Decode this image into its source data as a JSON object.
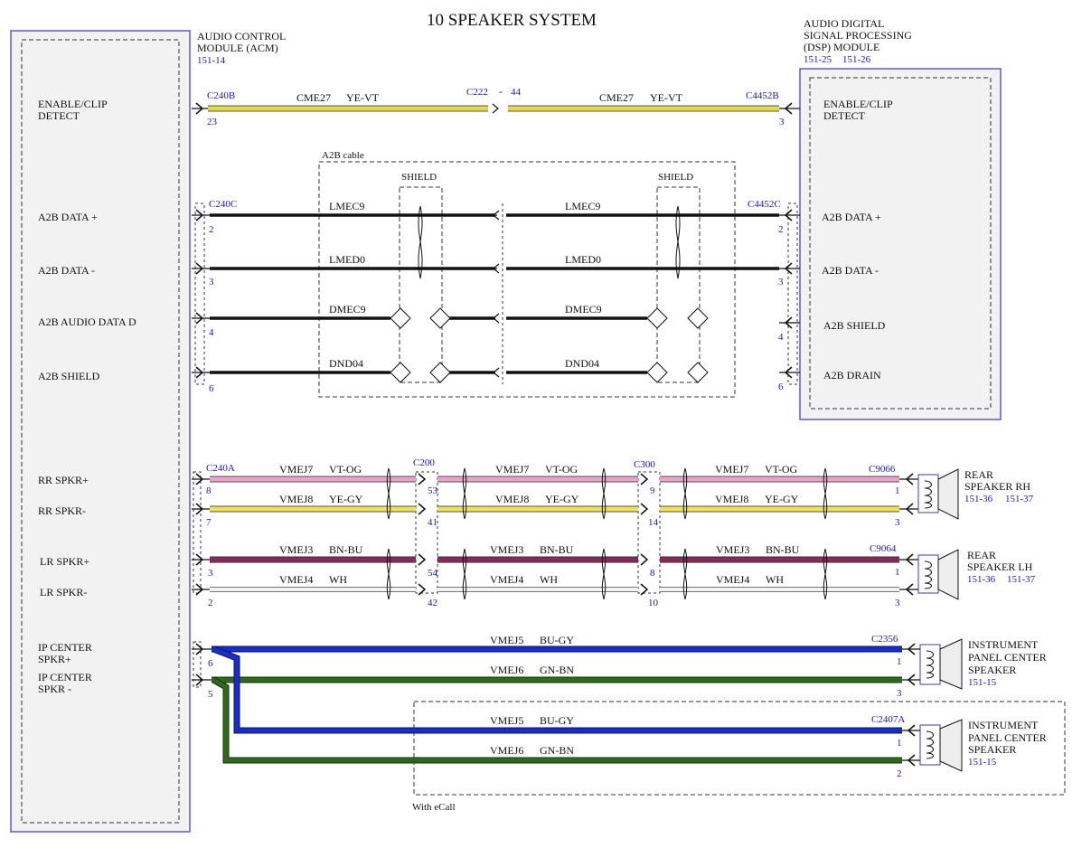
{
  "title": "10 SPEAKER SYSTEM",
  "acm": {
    "name_line1": "AUDIO CONTROL",
    "name_line2": "MODULE (ACM)",
    "ref": "151-14",
    "pins": {
      "enable_l1": "ENABLE/CLIP",
      "enable_l2": "DETECT",
      "a2b_data_pos": "A2B DATA +",
      "a2b_data_neg": "A2B DATA -",
      "a2b_audio_data_d": "A2B AUDIO DATA D",
      "a2b_shield": "A2B SHIELD",
      "rr_spkr_pos": "RR SPKR+",
      "rr_spkr_neg": "RR SPKR-",
      "lr_spkr_pos": "LR SPKR+",
      "lr_spkr_neg": "LR SPKR-",
      "ip_pos_l1": "IP CENTER",
      "ip_pos_l2": "SPKR+",
      "ip_neg_l1": "IP CENTER",
      "ip_neg_l2": "SPKR -"
    }
  },
  "dsp": {
    "name_line1": "AUDIO DIGITAL",
    "name_line2": "SIGNAL PROCESSING",
    "name_line3": "(DSP) MODULE",
    "ref1": "151-25",
    "ref2": "151-26",
    "pins": {
      "enable_l1": "ENABLE/CLIP",
      "enable_l2": "DETECT",
      "a2b_data_pos": "A2B DATA +",
      "a2b_data_neg": "A2B DATA -",
      "a2b_shield": "A2B SHIELD",
      "a2b_drain": "A2B DRAIN"
    }
  },
  "connectors": {
    "c240b": "C240B",
    "c222": "C222",
    "c222_dash": "-",
    "c222_pin": "44",
    "c4452b": "C4452B",
    "c240c": "C240C",
    "c4452c": "C4452C",
    "c240a": "C240A",
    "c200": "C200",
    "c300": "C300",
    "c9066": "C9066",
    "c9064": "C9064",
    "c2356": "C2356",
    "c2407a": "C2407A"
  },
  "pins": {
    "p23": "23",
    "p3_enable": "3",
    "p2_a": "2",
    "p3_a": "3",
    "p4_a": "4",
    "p6_a": "6",
    "p2_b": "2",
    "p3_b": "3",
    "p4_b": "4",
    "p6_b": "6",
    "p8": "8",
    "p7": "7",
    "p3_lr": "3",
    "p2_lr": "2",
    "p6_ip": "6",
    "p5_ip": "5",
    "p53": "53",
    "p41": "41",
    "p54": "54",
    "p42": "42",
    "p9": "9",
    "p14": "14",
    "p8_c300": "8",
    "p10": "10",
    "p1_rh": "1",
    "p3_rh": "3",
    "p1_lh": "1",
    "p3_lh": "3",
    "p1_ip": "1",
    "p3_ip": "3",
    "p1_ec": "1",
    "p2_ec": "2"
  },
  "circuits": {
    "cme27_a": "CME27",
    "yevt_a": "YE-VT",
    "cme27_b": "CME27",
    "yevt_b": "YE-VT",
    "lmec9_a": "LMEC9",
    "lmec9_b": "LMEC9",
    "lmed0_a": "LMED0",
    "lmed0_b": "LMED0",
    "dmec9_a": "DMEC9",
    "dmec9_b": "DMEC9",
    "dnd04_a": "DND04",
    "dnd04_b": "DND04",
    "vmej7_a": "VMEJ7",
    "vtog_a": "VT-OG",
    "vmej7_b": "VMEJ7",
    "vtog_b": "VT-OG",
    "vmej7_c": "VMEJ7",
    "vtog_c": "VT-OG",
    "vmej8_a": "VMEJ8",
    "yegy_a": "YE-GY",
    "vmej8_b": "VMEJ8",
    "yegy_b": "YE-GY",
    "vmej8_c": "VMEJ8",
    "yegy_c": "YE-GY",
    "vmej3_a": "VMEJ3",
    "bnbu_a": "BN-BU",
    "vmej3_b": "VMEJ3",
    "bnbu_b": "BN-BU",
    "vmej3_c": "VMEJ3",
    "bnbu_c": "BN-BU",
    "vmej4_a": "VMEJ4",
    "wh_a": "WH",
    "vmej4_b": "VMEJ4",
    "wh_b": "WH",
    "vmej4_c": "VMEJ4",
    "wh_c": "WH",
    "vmej5_a": "VMEJ5",
    "bugy_a": "BU-GY",
    "vmej6_a": "VMEJ6",
    "gnbn_a": "GN-BN",
    "vmej5_b": "VMEJ5",
    "bugy_b": "BU-GY",
    "vmej6_b": "VMEJ6",
    "gnbn_b": "GN-BN"
  },
  "a2b_cable_label": "A2B cable",
  "shield_label_1": "SHIELD",
  "shield_label_2": "SHIELD",
  "ecall_label": "With eCall",
  "speakers": {
    "rear_rh_l1": "REAR",
    "rear_rh_l2": "SPEAKER RH",
    "rear_rh_ref1": "151-36",
    "rear_rh_ref2": "151-37",
    "rear_lh_l1": "REAR",
    "rear_lh_l2": "SPEAKER LH",
    "rear_lh_ref1": "151-36",
    "rear_lh_ref2": "151-37",
    "ip_l1": "INSTRUMENT",
    "ip_l2": "PANEL CENTER",
    "ip_l3": "SPEAKER",
    "ip_ref": "151-15",
    "ec_l1": "INSTRUMENT",
    "ec_l2": "PANEL CENTER",
    "ec_l3": "SPEAKER",
    "ec_ref": "151-15"
  },
  "colors": {
    "blue_text": "#1a1aa6",
    "module_border": "#5a5ad0",
    "ye_vt": "#e6d84a",
    "vt_og": "#e8a4c8",
    "ye_gy": "#f0e060",
    "bn_bu": "#8a2a5a",
    "wh": "#f2f2f2",
    "bu_gy": "#1a2ec0",
    "gn_bn": "#2e6a1e"
  }
}
